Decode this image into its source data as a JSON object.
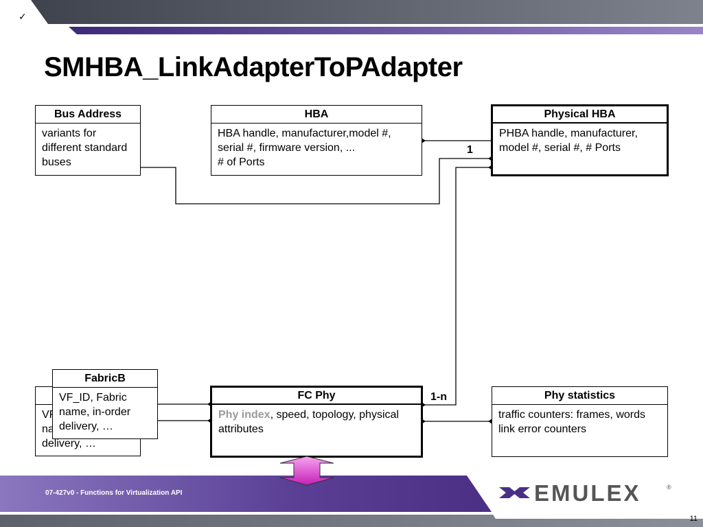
{
  "header": {
    "check_mark": "✓",
    "title": "SMHBA_LinkAdapterToPAdapter"
  },
  "boxes": {
    "bus_address": {
      "title": "Bus Address",
      "body": "variants for\ndifferent standard\nbuses"
    },
    "hba": {
      "title": "HBA",
      "body": "HBA handle, manufacturer,model #,\nserial #, firmware version, ...\n# of Ports"
    },
    "physical_hba": {
      "title": "Physical HBA",
      "body": "PHBA handle, manufacturer,\nmodel #, serial #, # Ports"
    },
    "fabric_back": {
      "body_visible": "VF\nna\ndelivery, …"
    },
    "fabricb": {
      "title": "FabricB",
      "body": "VF_ID, Fabric\nname, in-order\ndelivery, …"
    },
    "fc_phy": {
      "title": "FC Phy",
      "body_highlight": "Phy index",
      "body_rest": ", speed, topology, physical\nattributes"
    },
    "phy_statistics": {
      "title": "Phy statistics",
      "body": "traffic counters: frames, words\nlink error counters"
    }
  },
  "labels": {
    "one": "1",
    "one_n": "1-n"
  },
  "footer": {
    "doc_id": "07-427v0 - Functions for Virtualization API",
    "logo": "EMULEX",
    "registered": "®",
    "page": "11"
  },
  "colors": {
    "purple": "#6a4fa0",
    "gray": "#6e7380",
    "magenta": "#e040d0"
  }
}
